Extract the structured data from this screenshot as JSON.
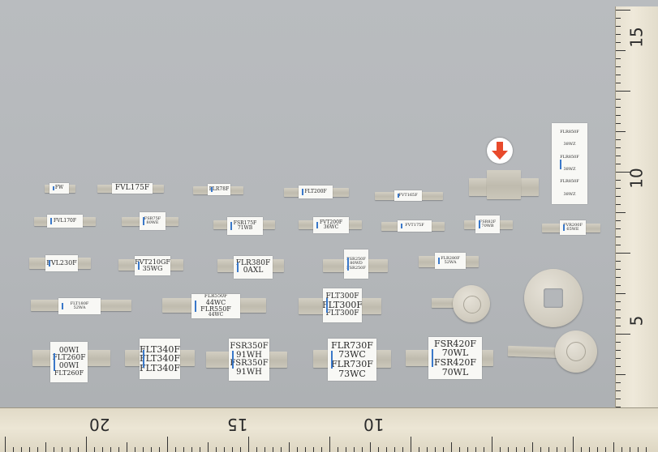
{
  "ruler_right": {
    "labels": [
      "15",
      "10",
      "5"
    ]
  },
  "ruler_bottom": {
    "labels": [
      "20",
      "15",
      "10"
    ]
  },
  "row1": {
    "a": [
      "FW"
    ],
    "b": [
      "FVL175F"
    ],
    "c": [
      "FLR78F"
    ],
    "d": [
      "FLT200F"
    ],
    "e": [
      "FVT165F"
    ],
    "card": [
      "FLR850F",
      "38WZ",
      "FLR850F",
      "38WZ",
      "FLR850F",
      "38WZ"
    ]
  },
  "row2": {
    "a": [
      "FVL170F"
    ],
    "b": [
      "FSR75F",
      "80WE"
    ],
    "c": [
      "FSR175F",
      "71WB"
    ],
    "d": [
      "FVT200F",
      "36WC"
    ],
    "e": [
      "FVT175F"
    ],
    "f": [
      "FSR82F",
      "70WB"
    ],
    "g": [
      "FVR200F",
      "65WE"
    ]
  },
  "row3": {
    "a": [
      "FVL230F"
    ],
    "b": [
      "FVT210GF",
      "35WG"
    ],
    "c": [
      "FLR380F",
      "0AXL"
    ],
    "d": [
      "FSR250F",
      "80WD",
      "FSR250F"
    ],
    "e": [
      "FLR280F",
      "52WA"
    ]
  },
  "row4": {
    "a": [
      "FLT180F",
      "52WA"
    ],
    "b": [
      "FLR550F",
      "44WC",
      "FLR550F",
      "44WC"
    ],
    "c": [
      "FLT300F",
      "FLT300F",
      "FLT300F"
    ]
  },
  "row5": {
    "a": [
      "00WI",
      "FLT260F",
      "00WI",
      "FLT260F"
    ],
    "b": [
      "FLT340F",
      "FLT340F",
      "FLT340F"
    ],
    "c": [
      "FSR350F",
      "91WH",
      "FSR350F",
      "91WH"
    ],
    "d": [
      "FLR730F",
      "73WC",
      "FLR730F",
      "73WC"
    ],
    "e": [
      "FSR420F",
      "70WL",
      "FSR420F",
      "70WL"
    ]
  }
}
